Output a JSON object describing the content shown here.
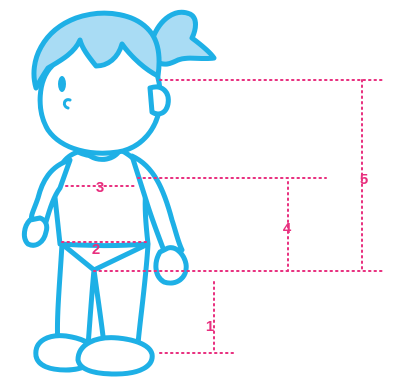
{
  "colors": {
    "outline": "#1eb0e6",
    "hair": "#a9dcf4",
    "skin": "#ffffff",
    "guide": "#e8307f",
    "label": "#e8307f"
  },
  "labels": {
    "m1": "1",
    "m2": "2",
    "m3": "3",
    "m4": "4",
    "m5": "5"
  },
  "figure": {
    "eye_icon": "eye-icon",
    "ear_icon": "ear-icon"
  }
}
